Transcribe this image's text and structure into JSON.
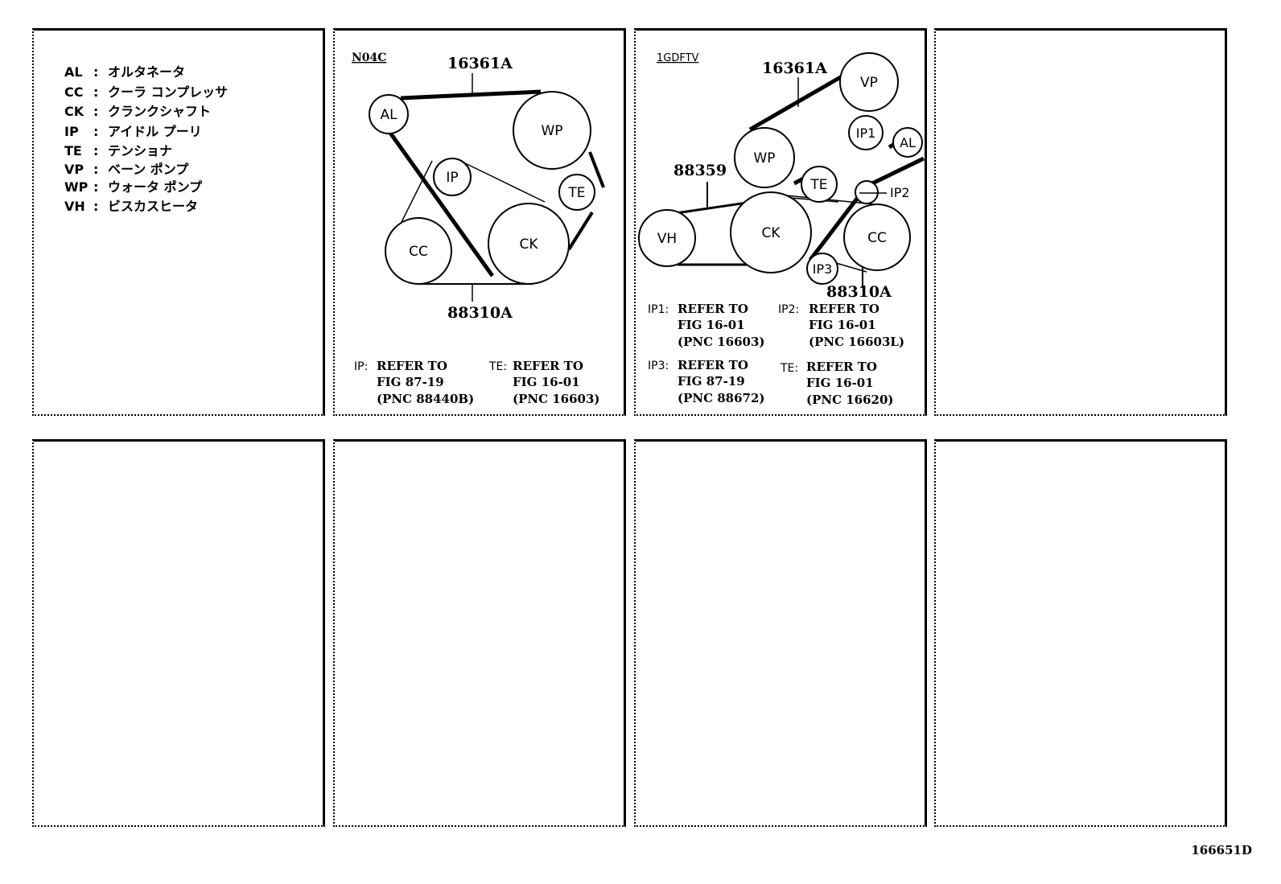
{
  "legend": {
    "items": [
      {
        "code": "AL",
        "sep": ":",
        "name": "オルタネータ"
      },
      {
        "code": "CC",
        "sep": ":",
        "name": "クーラ コンプレッサ"
      },
      {
        "code": "CK",
        "sep": ":",
        "name": "クランクシャフト"
      },
      {
        "code": "IP",
        "sep": ":",
        "name": "アイドル プーリ"
      },
      {
        "code": "TE",
        "sep": ":",
        "name": "テンショナ"
      },
      {
        "code": "VP",
        "sep": ":",
        "name": "ベーン ポンプ"
      },
      {
        "code": "WP",
        "sep": ":",
        "name": "ウォータ ポンプ"
      },
      {
        "code": "VH",
        "sep": ":",
        "name": "ビスカスヒータ"
      }
    ]
  },
  "diagram_n04c": {
    "engine": "N04C",
    "part_top": "16361A",
    "part_bottom": "88310A",
    "pulleys": {
      "al": "AL",
      "wp": "WP",
      "ip": "IP",
      "te": "TE",
      "cc": "CC",
      "ck": "CK"
    },
    "notes": [
      {
        "key": "IP:",
        "line1": "REFER TO",
        "line2": "FIG 87-19",
        "line3": "(PNC 88440B)"
      },
      {
        "key": "TE:",
        "line1": "REFER TO",
        "line2": "FIG 16-01",
        "line3": "(PNC 16603)"
      }
    ]
  },
  "diagram_1gdftv": {
    "engine": "1GDFTV",
    "part_top": "16361A",
    "part_left": "88359",
    "part_bottom": "88310A",
    "pulleys": {
      "vp": "VP",
      "ip1": "IP1",
      "al": "AL",
      "wp": "WP",
      "te": "TE",
      "ip2": "IP2",
      "vh": "VH",
      "ck": "CK",
      "cc": "CC",
      "ip3": "IP3"
    },
    "notes": [
      {
        "key": "IP1:",
        "line1": "REFER TO",
        "line2": "FIG 16-01",
        "line3": "(PNC 16603)"
      },
      {
        "key": "IP2:",
        "line1": "REFER TO",
        "line2": "FIG 16-01",
        "line3": "(PNC 16603L)"
      },
      {
        "key": "IP3:",
        "line1": "REFER TO",
        "line2": "FIG 87-19",
        "line3": "(PNC 88672)"
      },
      {
        "key": "TE:",
        "line1": "REFER TO",
        "line2": "FIG 16-01",
        "line3": "(PNC 16620)"
      }
    ]
  },
  "figure_id": "166651D"
}
